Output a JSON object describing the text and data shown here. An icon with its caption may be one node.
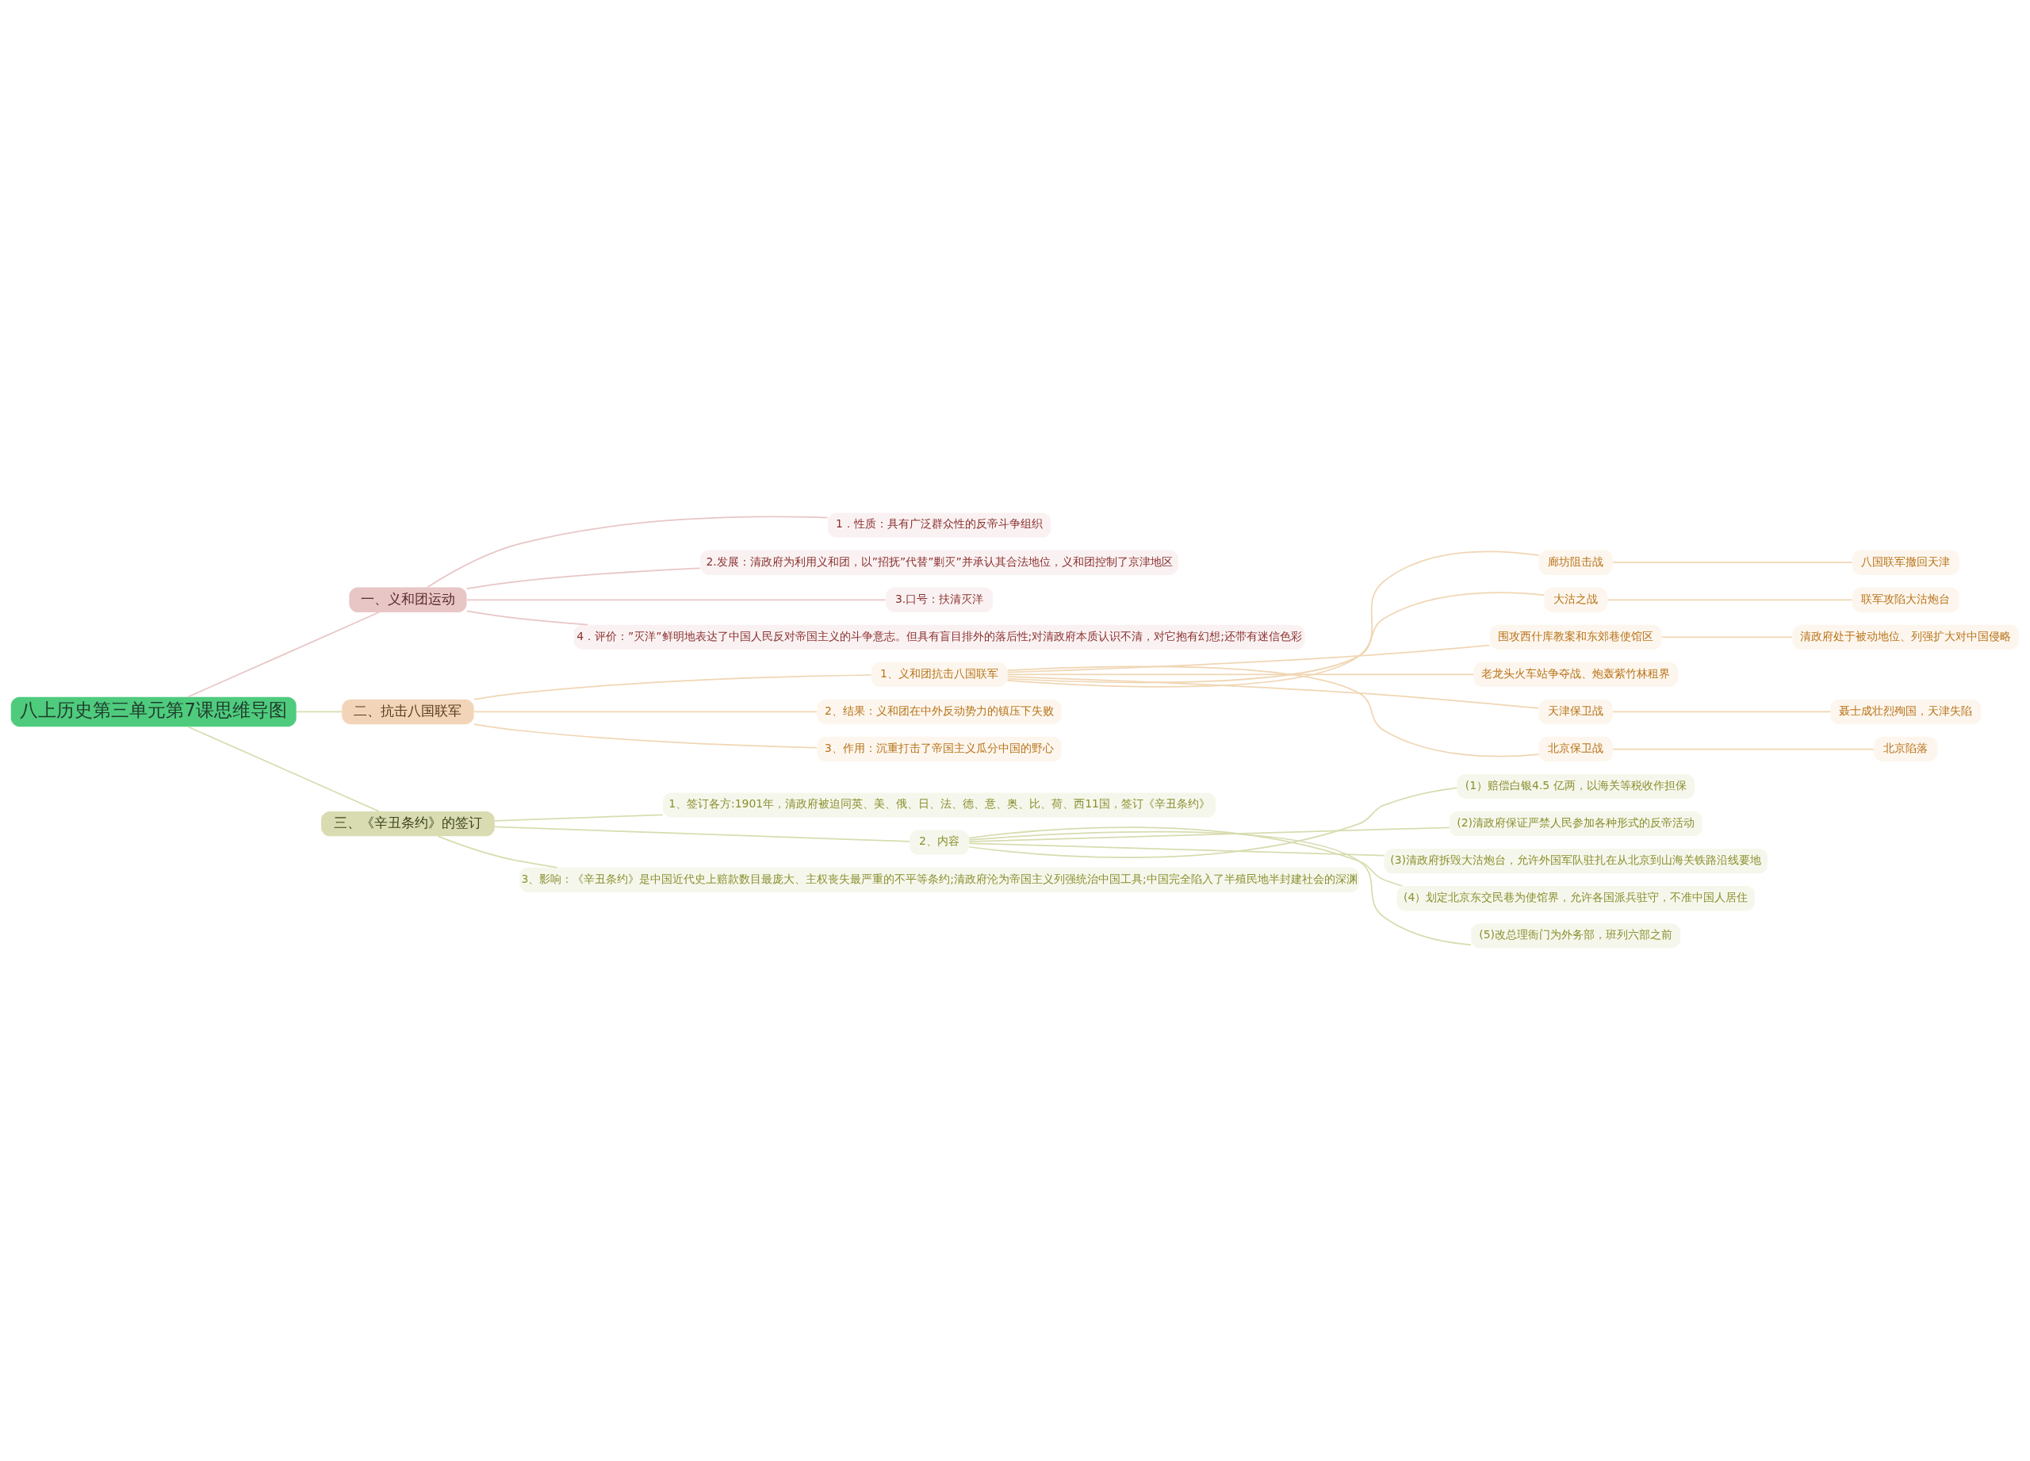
{
  "diagram": {
    "nodes": [
      {
        "text": [
          "八上历史第三单元第7课思维导图"
        ]
      },
      {
        "text": [
          "一、义和团运动"
        ]
      },
      {
        "text": [
          "1．性质：具有广泛群众性的反帝斗争组织"
        ]
      },
      {
        "text": [
          "2.发展：清政府为利用义和团，以”招抚”代替”剿灭”并承认其合法地位，义和团控制了京津地区"
        ]
      },
      {
        "text": [
          "3.口号：扶清灭洋"
        ]
      },
      {
        "text": [
          "4．评价：”灭洋”鲜明地表达了中国人民反对帝国主义的斗争意志。但具有盲目排外的落后性;对清政府本质认识不清，对它抱有幻想;还带有迷信色彩"
        ]
      },
      {
        "text": [
          "二、抗击八国联军"
        ]
      },
      {
        "text": [
          "1、义和团抗击八国联军"
        ]
      },
      {
        "text": [
          "廊坊阻击战"
        ]
      },
      {
        "text": [
          "八国联军撤回天津"
        ]
      },
      {
        "text": [
          "大沽之战"
        ]
      },
      {
        "text": [
          "联军攻陷大沽炮台"
        ]
      },
      {
        "text": [
          "围攻西什库教案和东郊巷使馆区"
        ]
      },
      {
        "text": [
          "清政府处于被动地位、列强扩大对中国侵略"
        ]
      },
      {
        "text": [
          "老龙头火车站争夺战、炮轰紫竹林租界"
        ]
      },
      {
        "text": [
          "天津保卫战"
        ]
      },
      {
        "text": [
          "聂士成壮烈殉国，天津失陷"
        ]
      },
      {
        "text": [
          "北京保卫战"
        ]
      },
      {
        "text": [
          "北京陷落"
        ]
      },
      {
        "text": [
          "2、结果：义和团在中外反动势力的镇压下失败"
        ]
      },
      {
        "text": [
          "3、作用：沉重打击了帝国主义瓜分中国的野心"
        ]
      },
      {
        "text": [
          "三、《辛丑条约》的签订"
        ]
      },
      {
        "text": [
          "1、签订各方:1901年，清政府被迫同英、美、俄、日、法、德、意、奥、比、荷、西11国，签订《辛丑条约》"
        ]
      },
      {
        "text": [
          "2、内容"
        ]
      },
      {
        "text": [
          "(1）赔偿白银4.5 亿两，以海关等税收作担保"
        ]
      },
      {
        "text": [
          "(2)清政府保证严禁人民参加各种形式的反帝活动"
        ]
      },
      {
        "text": [
          "(3)清政府拆毁大沽炮台，允许外国军队驻扎在从北京到山海关铁路沿线要地"
        ]
      },
      {
        "text": [
          "(4）划定北京东交民巷为使馆界，允许各国派兵驻守，不准中国人居住"
        ]
      },
      {
        "text": [
          "(5)改总理衙门为外务部，班列六部之前"
        ]
      },
      {
        "text": [
          "3、影响：《辛丑条约》是中国近代史上赔款数目最庞大、主权丧失最严重的不平等条约;清政府沦为帝国主义列强统治中国工具;中国完全陷入了半殖民地半封建社会的深渊"
        ]
      }
    ],
    "edges": [
      {
        "from": 0,
        "to": 1,
        "arrow": "none",
        "color": "#e8c6c6"
      },
      {
        "from": 1,
        "to": 2,
        "arrow": "none",
        "color": "#e8c6c6"
      },
      {
        "from": 1,
        "to": 3,
        "arrow": "none",
        "color": "#e8c6c6"
      },
      {
        "from": 1,
        "to": 4,
        "arrow": "none",
        "color": "#e8c6c6"
      },
      {
        "from": 1,
        "to": 5,
        "arrow": "none",
        "color": "#e8c6c6"
      },
      {
        "from": 0,
        "to": 6,
        "arrow": "none",
        "color": "#d8dcb0"
      },
      {
        "from": 6,
        "to": 7,
        "arrow": "none",
        "color": "#f0d6b4"
      },
      {
        "from": 7,
        "to": 8,
        "arrow": "none",
        "color": "#f0d6b4"
      },
      {
        "from": 8,
        "to": 9,
        "arrow": "none",
        "color": "#f0d6b4"
      },
      {
        "from": 7,
        "to": 10,
        "arrow": "none",
        "color": "#f0d6b4"
      },
      {
        "from": 10,
        "to": 11,
        "arrow": "none",
        "color": "#f0d6b4"
      },
      {
        "from": 7,
        "to": 12,
        "arrow": "none",
        "color": "#f0d6b4"
      },
      {
        "from": 12,
        "to": 13,
        "arrow": "none",
        "color": "#f0d6b4"
      },
      {
        "from": 7,
        "to": 14,
        "arrow": "none",
        "color": "#f0d6b4"
      },
      {
        "from": 7,
        "to": 15,
        "arrow": "none",
        "color": "#f0d6b4"
      },
      {
        "from": 15,
        "to": 16,
        "arrow": "none",
        "color": "#f0d6b4"
      },
      {
        "from": 7,
        "to": 17,
        "arrow": "none",
        "color": "#f0d6b4"
      },
      {
        "from": 17,
        "to": 18,
        "arrow": "none",
        "color": "#f0d6b4"
      },
      {
        "from": 6,
        "to": 19,
        "arrow": "none",
        "color": "#f0d6b4"
      },
      {
        "from": 6,
        "to": 20,
        "arrow": "none",
        "color": "#f0d6b4"
      },
      {
        "from": 0,
        "to": 21,
        "arrow": "none",
        "color": "#d8dcb0"
      },
      {
        "from": 21,
        "to": 22,
        "arrow": "none",
        "color": "#d8dcb0"
      },
      {
        "from": 21,
        "to": 23,
        "arrow": "none",
        "color": "#d8dcb0"
      },
      {
        "from": 23,
        "to": 24,
        "arrow": "none",
        "color": "#d8dcb0"
      },
      {
        "from": 23,
        "to": 25,
        "arrow": "none",
        "color": "#d8dcb0"
      },
      {
        "from": 23,
        "to": 26,
        "arrow": "none",
        "color": "#d8dcb0"
      },
      {
        "from": 23,
        "to": 27,
        "arrow": "none",
        "color": "#d8dcb0"
      },
      {
        "from": 23,
        "to": 28,
        "arrow": "none",
        "color": "#d8dcb0"
      },
      {
        "from": 21,
        "to": 29,
        "arrow": "none",
        "color": "#d8dcb0"
      }
    ]
  }
}
